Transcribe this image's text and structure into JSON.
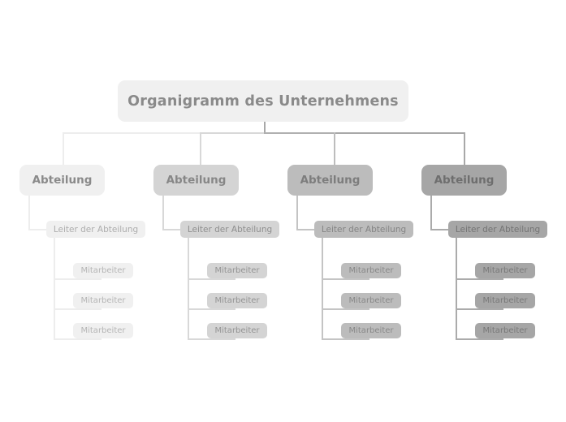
{
  "chart": {
    "type": "org-chart",
    "language": "de",
    "background": "#ffffff",
    "root": {
      "label": "Organigramm des Unternehmens",
      "box_color": "#f0f0f0",
      "text_color": "#8a8a8a"
    },
    "branches": [
      {
        "dept_label": "Abteilung",
        "leader_label": "Leiter der Abteilung",
        "box_color": "#f0f0f0",
        "leader_color": "#f0f0f0",
        "employee_color": "#f0f0f0",
        "text_color": "#8a8a8a",
        "leader_text_color": "#adadad",
        "employee_text_color": "#b5b5b5",
        "line_color": "#ededed",
        "employees": [
          {
            "label": "Mitarbeiter"
          },
          {
            "label": "Mitarbeiter"
          },
          {
            "label": "Mitarbeiter"
          }
        ]
      },
      {
        "dept_label": "Abteilung",
        "leader_label": "Leiter der Abteilung",
        "box_color": "#d4d4d4",
        "leader_color": "#d4d4d4",
        "employee_color": "#d4d4d4",
        "text_color": "#878787",
        "leader_text_color": "#8f8f8f",
        "employee_text_color": "#949494",
        "line_color": "#d8d8d8",
        "employees": [
          {
            "label": "Mitarbeiter"
          },
          {
            "label": "Mitarbeiter"
          },
          {
            "label": "Mitarbeiter"
          }
        ]
      },
      {
        "dept_label": "Abteilung",
        "leader_label": "Leiter der Abteilung",
        "box_color": "#bcbcbc",
        "leader_color": "#bcbcbc",
        "employee_color": "#bcbcbc",
        "text_color": "#7d7d7d",
        "leader_text_color": "#848484",
        "employee_text_color": "#888888",
        "line_color": "#c4c4c4",
        "employees": [
          {
            "label": "Mitarbeiter"
          },
          {
            "label": "Mitarbeiter"
          },
          {
            "label": "Mitarbeiter"
          }
        ]
      },
      {
        "dept_label": "Abteilung",
        "leader_label": "Leiter der Abteilung",
        "box_color": "#a6a6a6",
        "leader_color": "#a6a6a6",
        "employee_color": "#a6a6a6",
        "text_color": "#6e6e6e",
        "leader_text_color": "#747474",
        "employee_text_color": "#787878",
        "line_color": "#ababab",
        "employees": [
          {
            "label": "Mitarbeiter"
          },
          {
            "label": "Mitarbeiter"
          },
          {
            "label": "Mitarbeiter"
          }
        ]
      }
    ],
    "bus": {
      "left_color": "#ededed",
      "right_color": "#a8a8a8"
    }
  }
}
